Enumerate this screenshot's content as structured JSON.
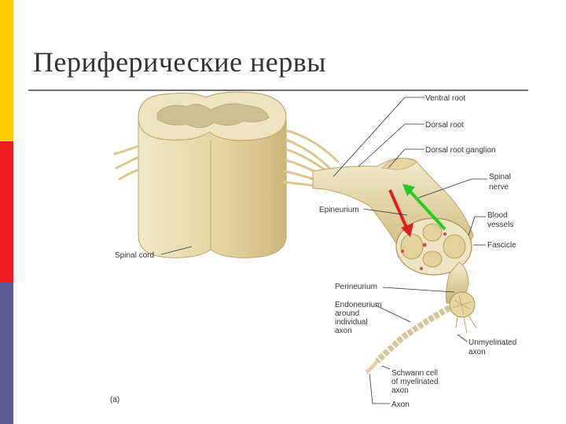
{
  "title": "Периферические нервы",
  "colors": {
    "accent_yellow": "#FFCC00",
    "accent_red": "#EE1C1C",
    "accent_purple": "#5D5D96",
    "arrow_red": "#E31E1E",
    "arrow_green": "#22CC22",
    "tissue": "#E8DCAE"
  },
  "labels": {
    "ventral_root": "Ventral root",
    "dorsal_root": "Dorsal root",
    "dorsal_root_ganglion": "Dorsal root ganglion",
    "spinal": "Spinal",
    "nerve": "nerve",
    "epineurium": "Epineurium",
    "blood": "Blood",
    "vessels": "vessels",
    "fascicle": "Fascicle",
    "spinal_cord": "Spinal cord",
    "perineurium": "Perineurium",
    "endoneurium_1": "Endoneurium",
    "endoneurium_2": "around",
    "endoneurium_3": "individual",
    "endoneurium_4": "axon",
    "unmyelinated_1": "Unmyelinated",
    "unmyelinated_2": "axon",
    "schwann_1": "Schwann cell",
    "schwann_2": "of myelinated",
    "schwann_3": "axon",
    "axon": "Axon",
    "panel": "(a)"
  }
}
